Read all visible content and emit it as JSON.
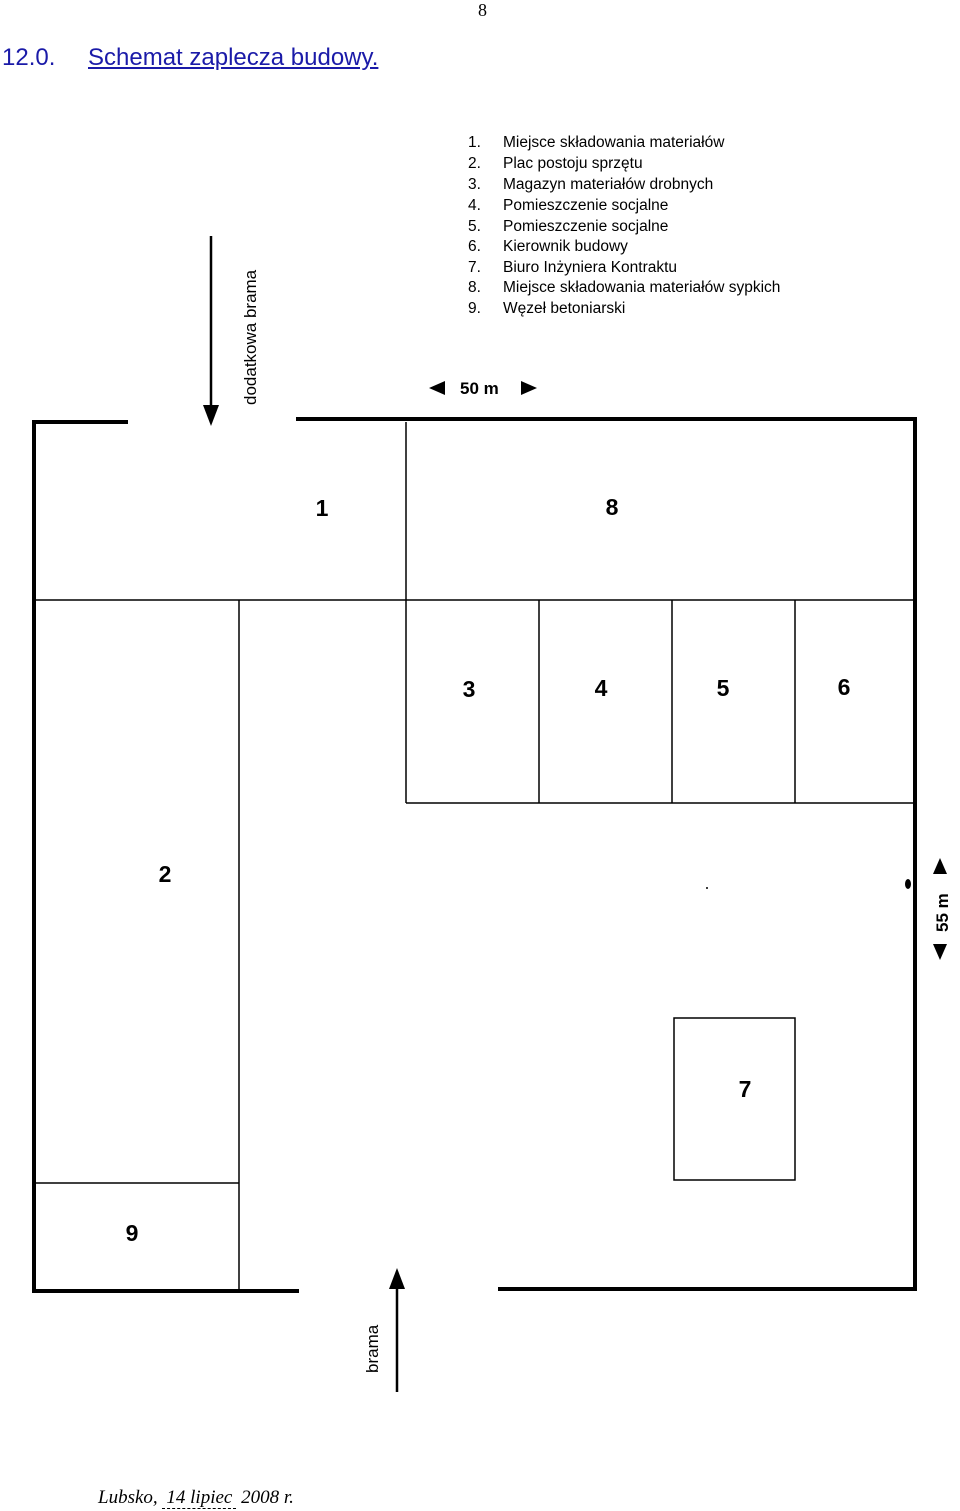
{
  "page_number": "8",
  "heading": {
    "number": "12.0.",
    "title": "Schemat zaplecza budowy."
  },
  "legend": [
    {
      "num": "1.",
      "label": "Miejsce składowania materiałów"
    },
    {
      "num": "2.",
      "label": "Plac postoju sprzętu"
    },
    {
      "num": "3.",
      "label": "Magazyn materiałów drobnych"
    },
    {
      "num": "4.",
      "label": "Pomieszczenie socjalne"
    },
    {
      "num": "5.",
      "label": "Pomieszczenie socjalne"
    },
    {
      "num": "6.",
      "label": "Kierownik budowy"
    },
    {
      "num": "7.",
      "label": "Biuro Inżyniera Kontraktu"
    },
    {
      "num": "8.",
      "label": "Miejsce składowania materiałów sypkich"
    },
    {
      "num": "9.",
      "label": "Węzeł betoniarski"
    }
  ],
  "zones": {
    "z1": "1",
    "z2": "2",
    "z3": "3",
    "z4": "4",
    "z5": "5",
    "z6": "6",
    "z7": "7",
    "z8": "8",
    "z9": "9"
  },
  "dimensions": {
    "width": "50 m",
    "height": "55 m"
  },
  "gates": {
    "extra_gate": "dodatkowa brama",
    "main_gate": "brama"
  },
  "footer": {
    "place": "Lubsko,",
    "date": "14 lipiec",
    "year": "2008 r."
  }
}
